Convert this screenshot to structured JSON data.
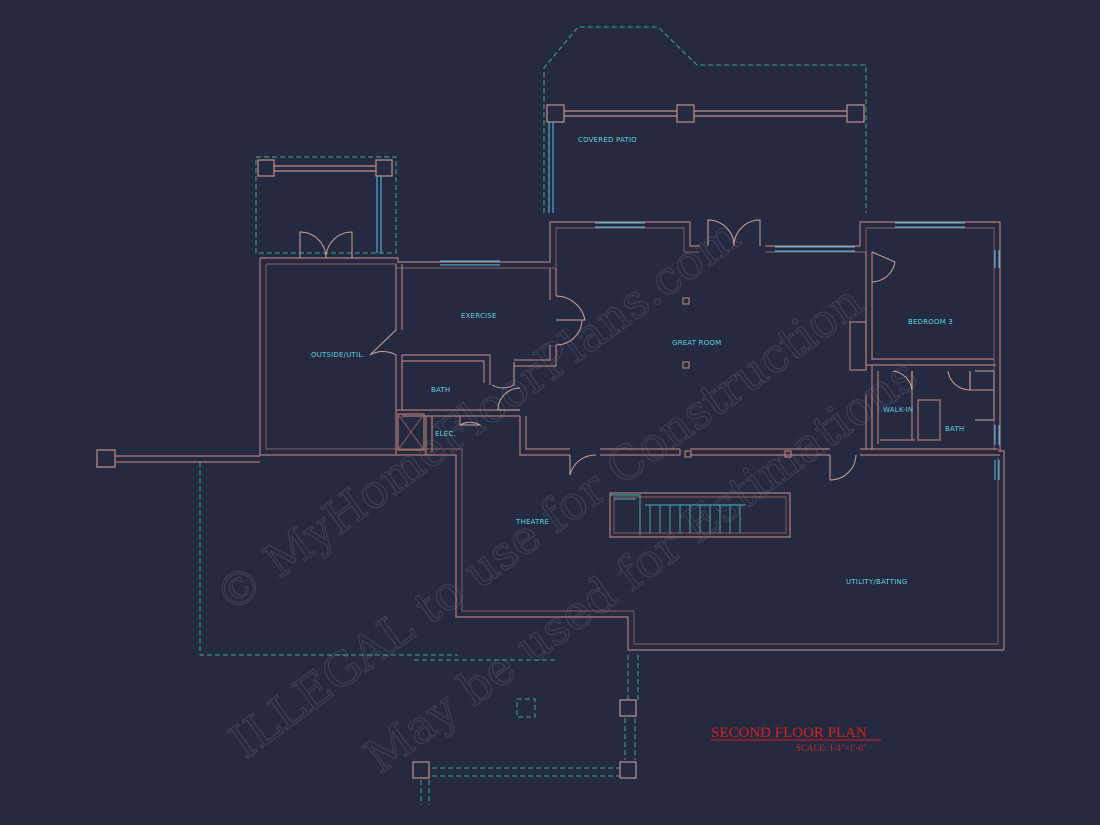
{
  "drawing": {
    "title": "SECOND FLOOR PLAN",
    "scale": "SCALE: 1/4\"=1'-0\""
  },
  "rooms": {
    "covered_patio": "COVERED PATIO",
    "exercise": "EXERCISE",
    "outside_util": "OUTSIDE/UTIL.",
    "great_room": "GREAT ROOM",
    "bedroom_3": "BEDROOM 3",
    "bath_left": "BATH",
    "elec": "ELEC.",
    "walk_in": "WALK-IN",
    "bath_right": "BATH",
    "theatre": "THEATRE",
    "utility_batting": "UTILITY/BATTING"
  },
  "watermark": {
    "line1": "© MyHomeFloorPlans.com",
    "line2": "ILLEGAL to use for Construction",
    "line3": "May be used for Estimations"
  },
  "colors": {
    "background": "#262a40",
    "walls": "#b07a76",
    "windows": "#54c3e8",
    "dashed_outline": "#3aa692",
    "labels": "#5ed8e6",
    "title": "#d81e1e",
    "watermark": "#3d4158"
  }
}
